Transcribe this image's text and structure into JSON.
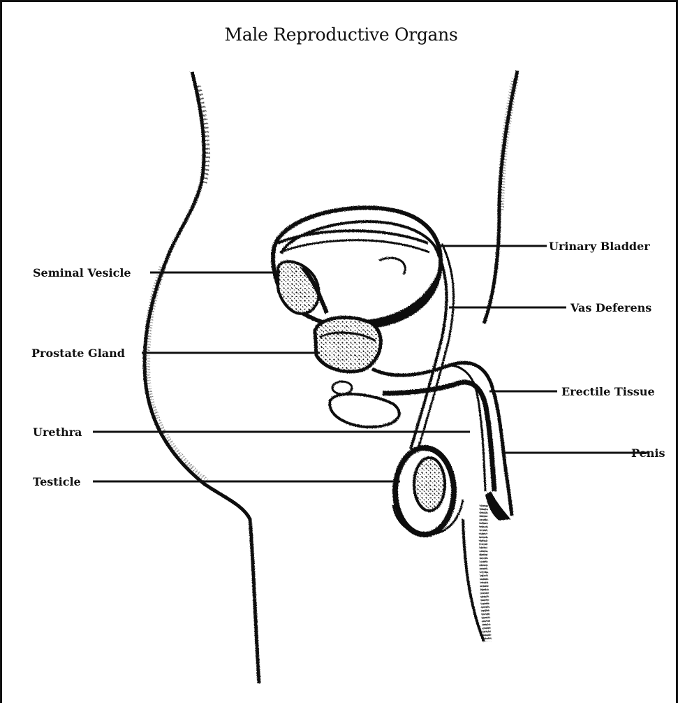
{
  "figure": {
    "title": "Male Reproductive Organs",
    "labels": {
      "urinary_bladder": "Urinary Bladder",
      "seminal_vesicle": "Seminal Vesicle",
      "vas_deferens": "Vas Deferens",
      "prostate_gland": "Prostate Gland",
      "erectile_tissue": "Erectile Tissue",
      "urethra": "Urethra",
      "penis": "Penis",
      "testicle": "Testicle"
    }
  },
  "colors": {
    "ink": "#111111",
    "background": "#ffffff"
  }
}
